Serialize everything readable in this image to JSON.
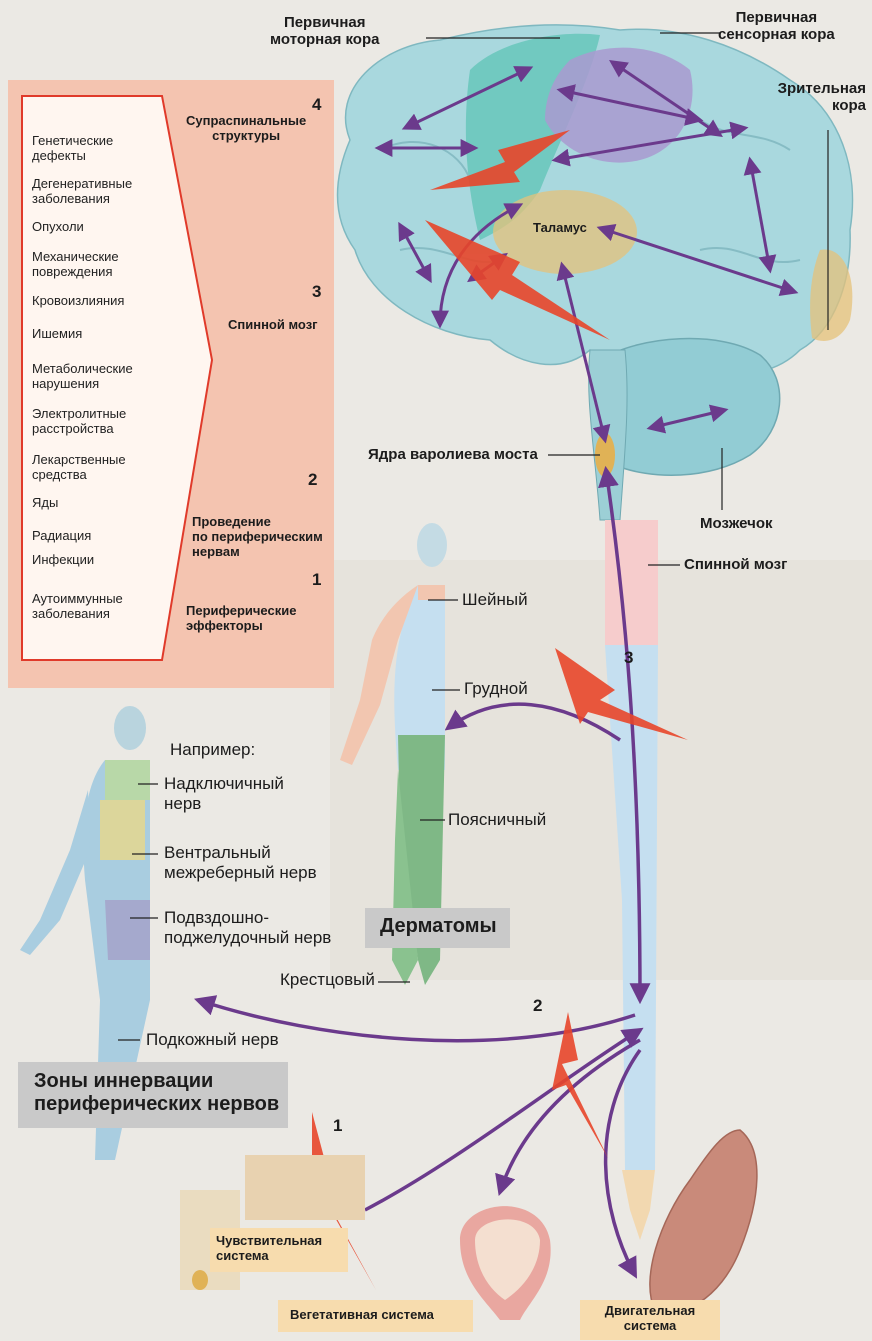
{
  "brain_labels": {
    "motor_cortex": "Первичная\nмоторная кора",
    "sensory_cortex": "Первичная\nсенсорная кора",
    "visual_cortex": "Зрительная\nкора",
    "thalamus": "Таламус",
    "pons_nuclei": "Ядра варолиева моста",
    "cerebellum": "Мозжечок",
    "spinal_cord": "Спинной мозг"
  },
  "causes": [
    "Генетические\nдефекты",
    "Дегенеративные\nзаболевания",
    "Опухоли",
    "Механические\nповреждения",
    "Кровоизлияния",
    "Ишемия",
    "Метаболические\nнарушения",
    "Электролитные\nрасстройства",
    "Лекарственные\nсредства",
    "Яды",
    "Радиация",
    "Инфекции",
    "Аутоиммунные\nзаболевания"
  ],
  "levels": [
    {
      "number": "4",
      "label": "Супраспинальные\nструктуры"
    },
    {
      "number": "3",
      "label": "Спинной мозг"
    },
    {
      "number": "2",
      "label": "Проведение\nпо периферическим\nнервам"
    },
    {
      "number": "1",
      "label": "Периферические\nэффекторы"
    }
  ],
  "dermatomes": {
    "title": "Дерматомы",
    "cervical": "Шейный",
    "thoracic": "Грудной",
    "lumbar": "Поясничный",
    "sacral": "Крестцовый"
  },
  "nerve_zones": {
    "title": "Зоны иннервации\nпериферических нервов",
    "example": "Например:",
    "supraclavicular": "Надключичный\nнерв",
    "intercostal": "Вентральный\nмежреберный нерв",
    "iliohypogastric": "Подвздошно-\nподжелудочный нерв",
    "saphenous": "Подкожный нерв"
  },
  "lesion_numbers": {
    "spinal": "3",
    "peripheral": "2",
    "effector": "1"
  },
  "systems": {
    "sensory": "Чувствительная\nсистема",
    "autonomic": "Вегетативная система",
    "motor": "Двигательная\nсистема"
  },
  "colors": {
    "brain": "#a9d8de",
    "panel": "#f4c4b0",
    "panel_border": "#e03a2a",
    "arrow": "#6b3a8c",
    "lesion": "#e8462a",
    "motor_cortex": "#5fc4b6",
    "sensory_cortex": "#a99ad0",
    "thalamus": "#e6c27a",
    "label_box": "#f7dcae",
    "zones_box": "#c9c9c9"
  }
}
